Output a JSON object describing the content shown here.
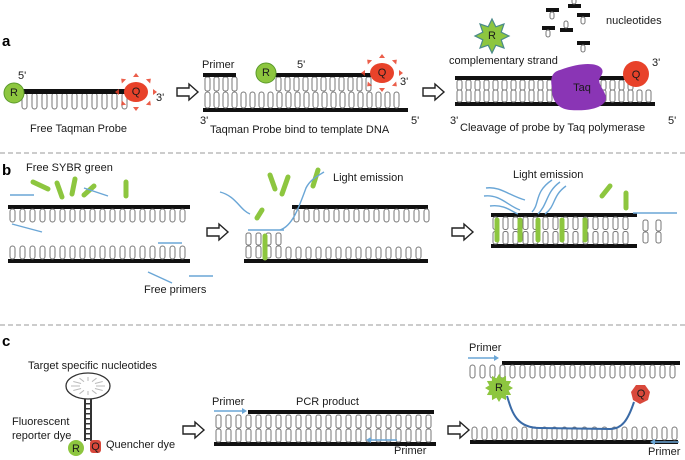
{
  "panels": {
    "a": {
      "letter": "a",
      "step1": {
        "caption": "Free Taqman Probe",
        "five_prime": "5'",
        "three_prime": "3'",
        "reporter": "R",
        "quencher": "Q"
      },
      "step2": {
        "caption": "Taqman Probe bind to template DNA",
        "primer": "Primer",
        "five_prime_top": "5'",
        "three_prime_top": "3'",
        "three_prime_bottom": "3'",
        "five_prime_bottom": "5'",
        "reporter": "R",
        "quencher": "Q"
      },
      "step3": {
        "caption": "Cleavage of probe by Taq polymerase",
        "nucleotides": "nucleotides",
        "complementary": "complementary strand",
        "enzyme": "Taq",
        "reporter": "R",
        "quencher": "Q",
        "three_prime_top": "3'",
        "three_prime_bottom": "3'",
        "five_prime_bottom": "5'"
      }
    },
    "b": {
      "letter": "b",
      "step1": {
        "sybr_label": "Free SYBR green",
        "primers_label": "Free primers"
      },
      "step2": {
        "light_label": "Light emission"
      },
      "step3": {
        "light_label": "Light emission"
      }
    },
    "c": {
      "letter": "c",
      "step1": {
        "target_label": "Target specific nucleotides",
        "reporter_label_1": "Fluorescent",
        "reporter_label_2": "reporter dye",
        "quencher_label": "Quencher dye",
        "reporter": "R",
        "quencher": "Q"
      },
      "step2": {
        "primer_top": "Primer",
        "product": "PCR product",
        "primer_bottom": "Primer"
      },
      "step3": {
        "primer_top": "Primer",
        "primer_bottom": "Primer",
        "reporter": "R",
        "quencher": "Q"
      }
    }
  },
  "colors": {
    "reporter_green": "#8dc63f",
    "quencher_red": "#e8422a",
    "taq_purple": "#8a35b5",
    "primer_blue": "#6aa6d6",
    "sybr_green": "#8dc63f"
  }
}
